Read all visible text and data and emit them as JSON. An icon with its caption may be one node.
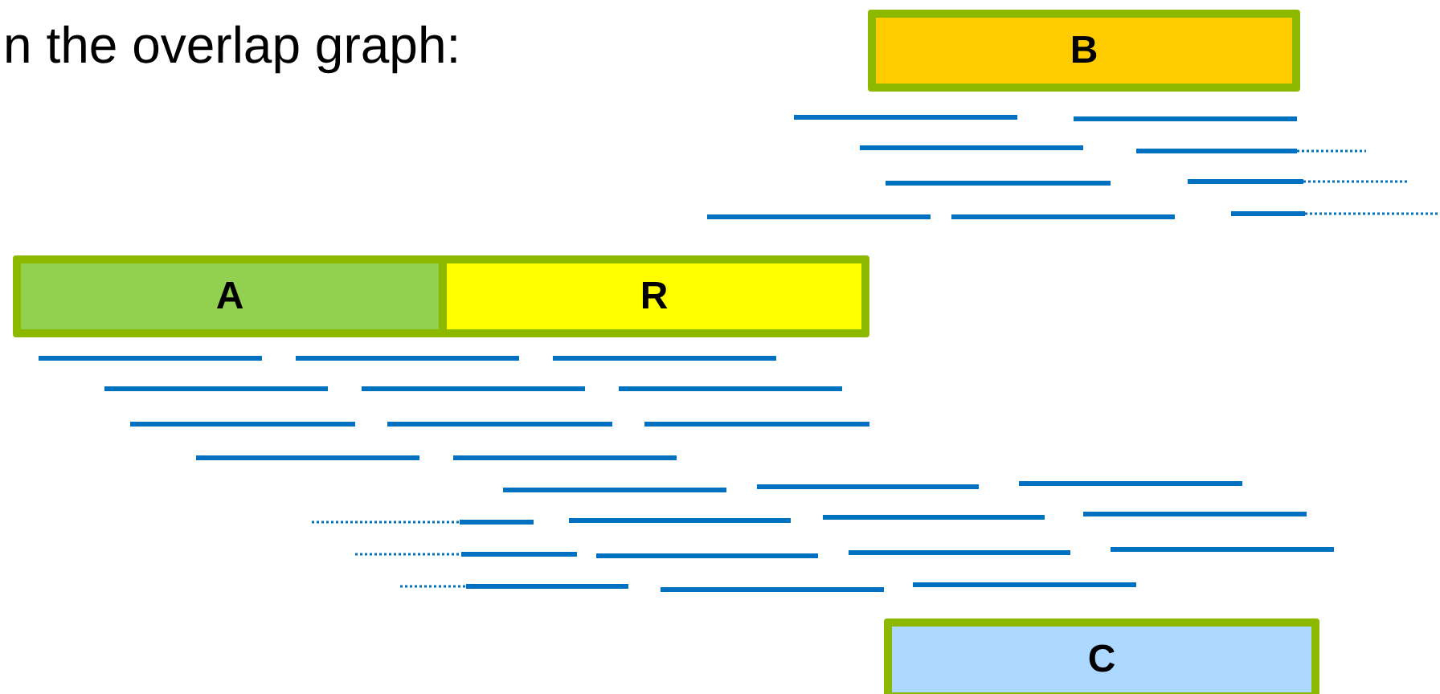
{
  "diagram": {
    "nodes": [
      {
        "text": [
          "B"
        ]
      },
      {
        "text": [
          "A"
        ]
      },
      {
        "text": [
          "R"
        ]
      },
      {
        "text": [
          "C"
        ]
      }
    ],
    "labels": [
      "n the overlap graph:"
    ]
  }
}
